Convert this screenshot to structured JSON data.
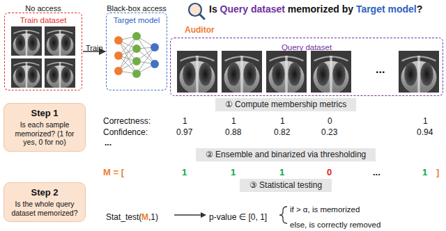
{
  "diagram": {
    "title": "Is Query dataset memorized by Target model?",
    "nodes": [
      {
        "text": [
          "No access",
          "Train dataset"
        ]
      },
      {
        "text": [
          "Black-box access",
          "Target model"
        ]
      },
      {
        "text": [
          "Query dataset"
        ]
      },
      {
        "text": [
          "Step 1",
          "Is each sample memorized? (1 for yes, 0 for no)"
        ]
      },
      {
        "text": [
          "Step 2",
          "Is the whole query dataset memorized?"
        ]
      },
      {
        "text": [
          "① Compute membership metrics"
        ]
      },
      {
        "text": [
          "② Ensemble and binarized via thresholding"
        ]
      },
      {
        "text": [
          "③ Statistical testing"
        ]
      }
    ],
    "edges": [
      {
        "from": 0,
        "to": 1,
        "label": "Train",
        "arrow": "to"
      }
    ],
    "labels": [
      "Auditor",
      "...",
      "Correctness:",
      "1",
      "1",
      "1",
      "0",
      "1",
      "Confidence:",
      "0.97",
      "0.88",
      "0.82",
      "0.23",
      "0.94",
      "...",
      "M = [",
      "1",
      "1",
      "1",
      "0",
      "...",
      "1",
      "]",
      "Stat_test(",
      "M",
      ",1)",
      "p-value ∈ [0, 1]",
      "if > α, is memorized",
      "else, is correctly removed"
    ]
  }
}
